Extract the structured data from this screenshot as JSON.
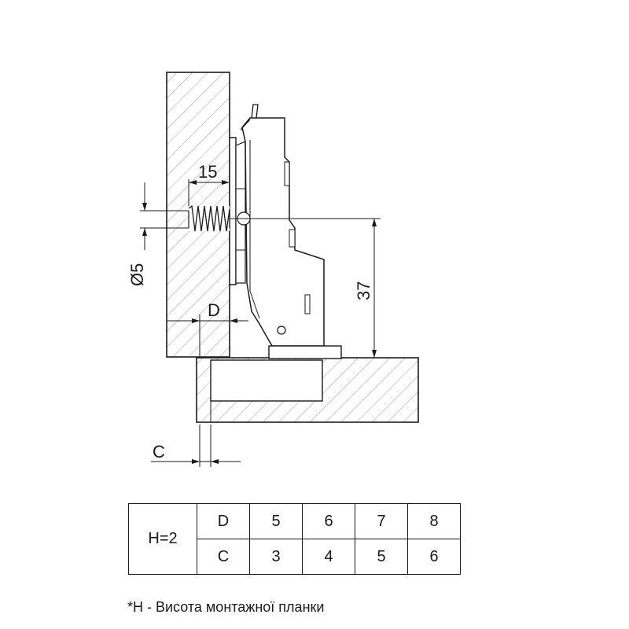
{
  "dimensions": {
    "screw_depth": "15",
    "screw_diameter": "Ø5",
    "cup_offset": "37",
    "d_label": "D",
    "c_label": "C"
  },
  "table": {
    "h_label": "H=2",
    "rows": [
      {
        "label": "D",
        "values": [
          "5",
          "6",
          "7",
          "8"
        ]
      },
      {
        "label": "C",
        "values": [
          "3",
          "4",
          "5",
          "6"
        ]
      }
    ]
  },
  "footnote": "*H - Висота монтажної планки",
  "colors": {
    "line": "#1a1a1a",
    "hatch": "#9a9a9a"
  }
}
